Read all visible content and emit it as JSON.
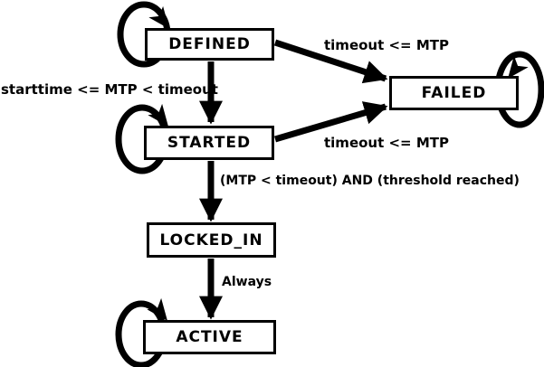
{
  "diagram": {
    "type": "state-machine",
    "background_color": "#ffffff",
    "line_color": "#000000",
    "states": [
      {
        "label": "DEFINED"
      },
      {
        "label": "FAILED"
      },
      {
        "label": "STARTED"
      },
      {
        "label": "LOCKED_IN"
      },
      {
        "label": "ACTIVE"
      }
    ],
    "transitions": [
      {
        "from": "DEFINED",
        "to": "STARTED",
        "label": "starttime <= MTP < timeout"
      },
      {
        "from": "DEFINED",
        "to": "FAILED",
        "label": "timeout <= MTP"
      },
      {
        "from": "STARTED",
        "to": "FAILED",
        "label": "timeout <= MTP"
      },
      {
        "from": "STARTED",
        "to": "LOCKED_IN",
        "label": "(MTP < timeout) AND (threshold reached)"
      },
      {
        "from": "LOCKED_IN",
        "to": "ACTIVE",
        "label": "Always"
      },
      {
        "from": "DEFINED",
        "to": "DEFINED",
        "label": ""
      },
      {
        "from": "STARTED",
        "to": "STARTED",
        "label": ""
      },
      {
        "from": "FAILED",
        "to": "FAILED",
        "label": ""
      },
      {
        "from": "ACTIVE",
        "to": "ACTIVE",
        "label": ""
      }
    ]
  }
}
